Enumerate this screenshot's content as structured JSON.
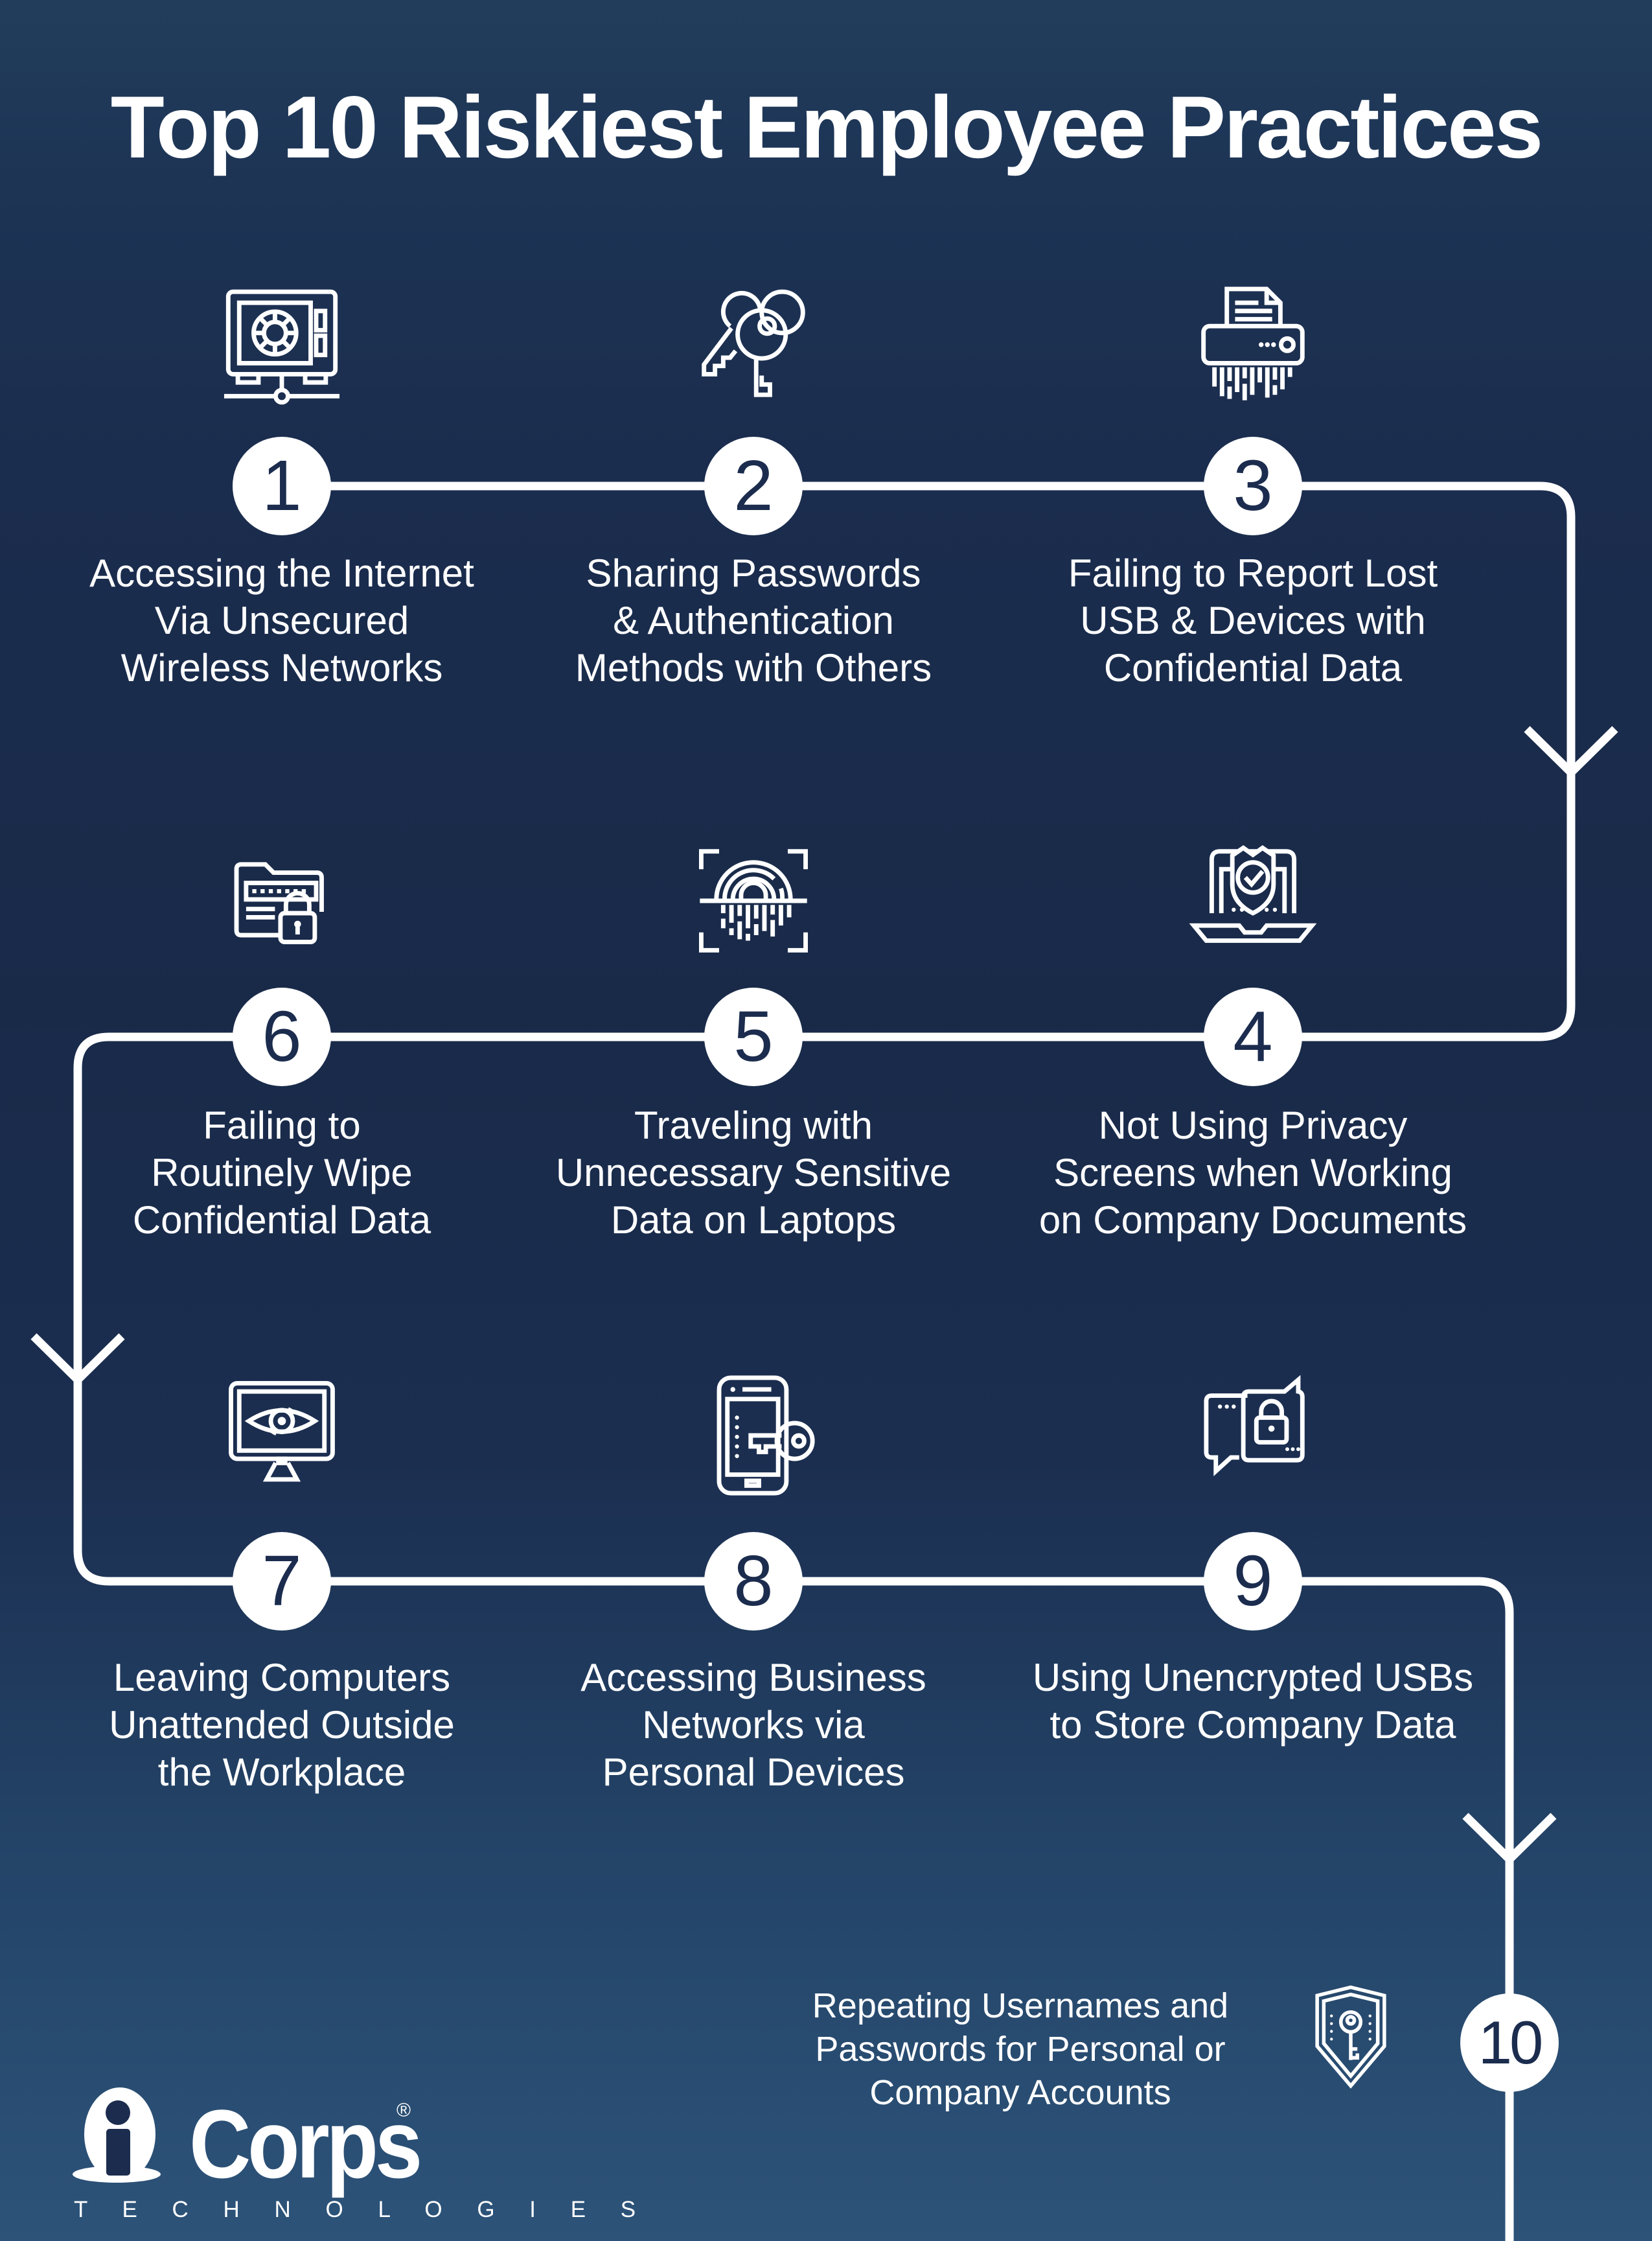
{
  "title": "Top 10 Riskiest Employee Practices",
  "colors": {
    "background_top": "#223d5c",
    "background_middle": "#192a49",
    "background_bottom": "#2d5379",
    "line": "#ffffff",
    "text": "#ffffff",
    "number": "#1b2c4e"
  },
  "items": [
    {
      "number": "1",
      "icon": "safe-network-icon",
      "lines": [
        "Accessing the Internet",
        "Via Unsecured",
        "Wireless Networks"
      ]
    },
    {
      "number": "2",
      "icon": "keys-icon",
      "lines": [
        "Sharing Passwords",
        "& Authentication",
        "Methods with Others"
      ]
    },
    {
      "number": "3",
      "icon": "shredder-icon",
      "lines": [
        "Failing to Report Lost",
        "USB & Devices with",
        "Confidential Data"
      ]
    },
    {
      "number": "4",
      "icon": "laptop-shield-icon",
      "lines": [
        "Not Using Privacy",
        "Screens when Working",
        "on Company Documents"
      ]
    },
    {
      "number": "5",
      "icon": "fingerprint-scan-icon",
      "lines": [
        "Traveling with",
        "Unnecessary Sensitive",
        "Data on Laptops"
      ]
    },
    {
      "number": "6",
      "icon": "folder-lock-icon",
      "lines": [
        "Failing to",
        "Routinely Wipe",
        "Confidential Data"
      ]
    },
    {
      "number": "7",
      "icon": "monitor-eye-icon",
      "lines": [
        "Leaving Computers",
        "Unattended Outside",
        "the Workplace"
      ]
    },
    {
      "number": "8",
      "icon": "phone-key-icon",
      "lines": [
        "Accessing Business",
        "Networks via",
        "Personal Devices"
      ]
    },
    {
      "number": "9",
      "icon": "chat-lock-icon",
      "lines": [
        "Using Unencrypted USBs",
        "to Store Company Data"
      ]
    },
    {
      "number": "10",
      "icon": "shield-key-icon",
      "lines": [
        "Repeating Usernames and",
        "Passwords for Personal or",
        "Company Accounts"
      ]
    }
  ],
  "logo": {
    "mark_letter": "i",
    "wordmark": "Corps",
    "registered": "®",
    "subtitle": "T E C H N O L O G I E S"
  }
}
